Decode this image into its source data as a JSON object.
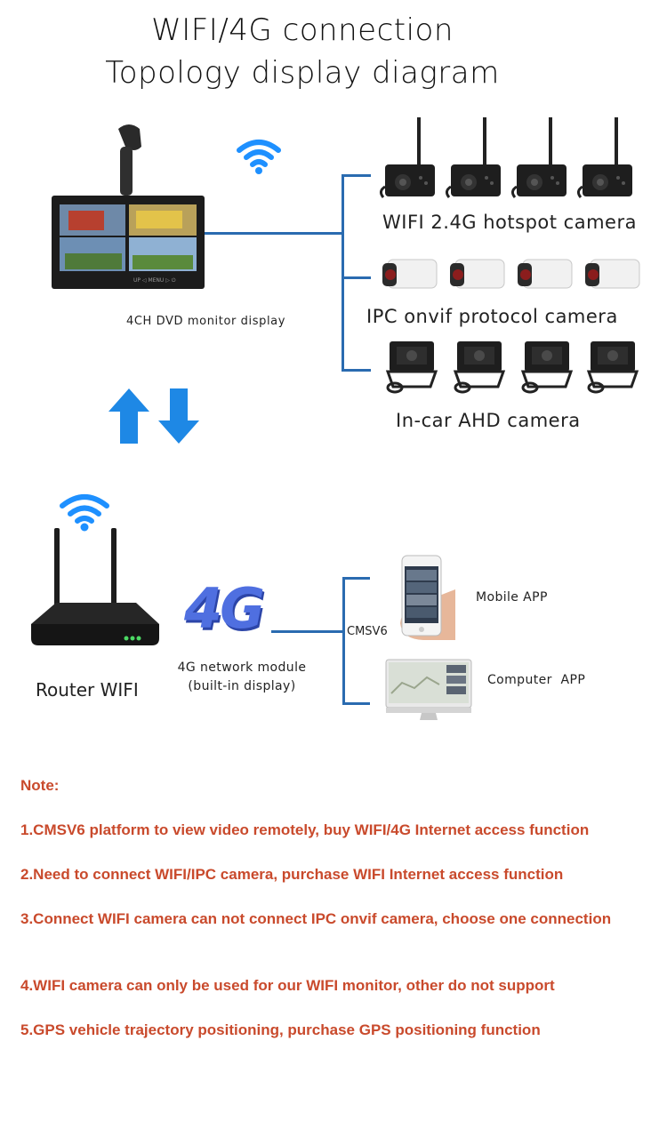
{
  "title": {
    "line1": "WIFI/4G connection",
    "line2": "Topology display diagram"
  },
  "monitor": {
    "label": "4CH DVD monitor display",
    "buttons": "UP  ◁  MENU  ▷  ⏻"
  },
  "cameras": {
    "wifi_label": "WIFI 2.4G hotspot camera",
    "ipc_label": "IPC onvif protocol camera",
    "ahd_label": "In-car AHD camera"
  },
  "router": {
    "label": "Router WIFI"
  },
  "module": {
    "logo": "4G",
    "label_line1": "4G network module",
    "label_line2": "(built-in display)"
  },
  "platform": {
    "cmsv6": "CMSV6",
    "mobile_app": "Mobile APP",
    "computer_app": "Computer  APP"
  },
  "notes": {
    "heading": "Note:",
    "items": [
      "1.CMSV6 platform to view video remotely, buy WIFI/4G Internet access function",
      "2.Need to connect WIFI/IPC camera, purchase WIFI Internet access function",
      "3.Connect WIFI camera can not connect IPC onvif camera, choose one connection",
      "4.WIFI camera can only be used for our WIFI monitor, other do not support",
      "5.GPS vehicle trajectory positioning, purchase GPS positioning function"
    ]
  },
  "colors": {
    "connector": "#2a6bb0",
    "arrows": "#1e88e5",
    "wifi": "#1e90ff",
    "note_text": "#c94a2c"
  },
  "icons": [
    "wifi-icon",
    "arrow-up-icon",
    "arrow-down-icon",
    "router-icon",
    "phone-icon",
    "computer-icon",
    "camera-icon"
  ]
}
